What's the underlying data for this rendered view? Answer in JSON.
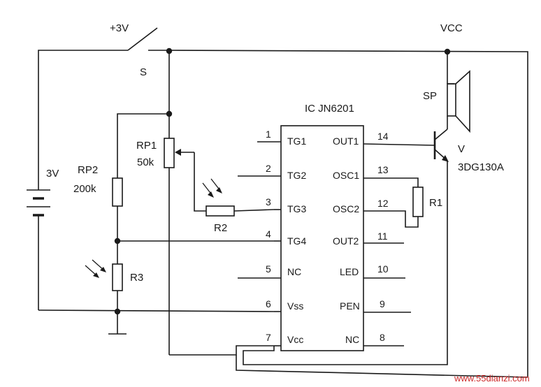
{
  "diagram": {
    "labels": {
      "plus3v": "+3V",
      "vcc": "VCC",
      "switch": "S",
      "ic": "IC JN6201",
      "speaker": "SP",
      "transistor": "V",
      "transistor_part": "3DG130A",
      "battery": "3V",
      "rp1": "RP1",
      "rp1_val": "50k",
      "rp2": "RP2",
      "rp2_val": "200k",
      "r1": "R1",
      "r2": "R2",
      "r3": "R3"
    },
    "ic_pins_left": [
      {
        "num": "1",
        "name": "TG1"
      },
      {
        "num": "2",
        "name": "TG2"
      },
      {
        "num": "3",
        "name": "TG3"
      },
      {
        "num": "4",
        "name": "TG4"
      },
      {
        "num": "5",
        "name": "NC"
      },
      {
        "num": "6",
        "name": "Vss"
      },
      {
        "num": "7",
        "name": "Vcc"
      }
    ],
    "ic_pins_right": [
      {
        "num": "14",
        "name": "OUT1"
      },
      {
        "num": "13",
        "name": "OSC1"
      },
      {
        "num": "12",
        "name": "OSC2"
      },
      {
        "num": "11",
        "name": "OUT2"
      },
      {
        "num": "10",
        "name": "LED"
      },
      {
        "num": "9",
        "name": "PEN"
      },
      {
        "num": "8",
        "name": "NC"
      }
    ],
    "watermark": "www.55dianzi.com",
    "colors": {
      "ink": "#1a1a1a",
      "watermark": "#cc2a2a"
    }
  }
}
